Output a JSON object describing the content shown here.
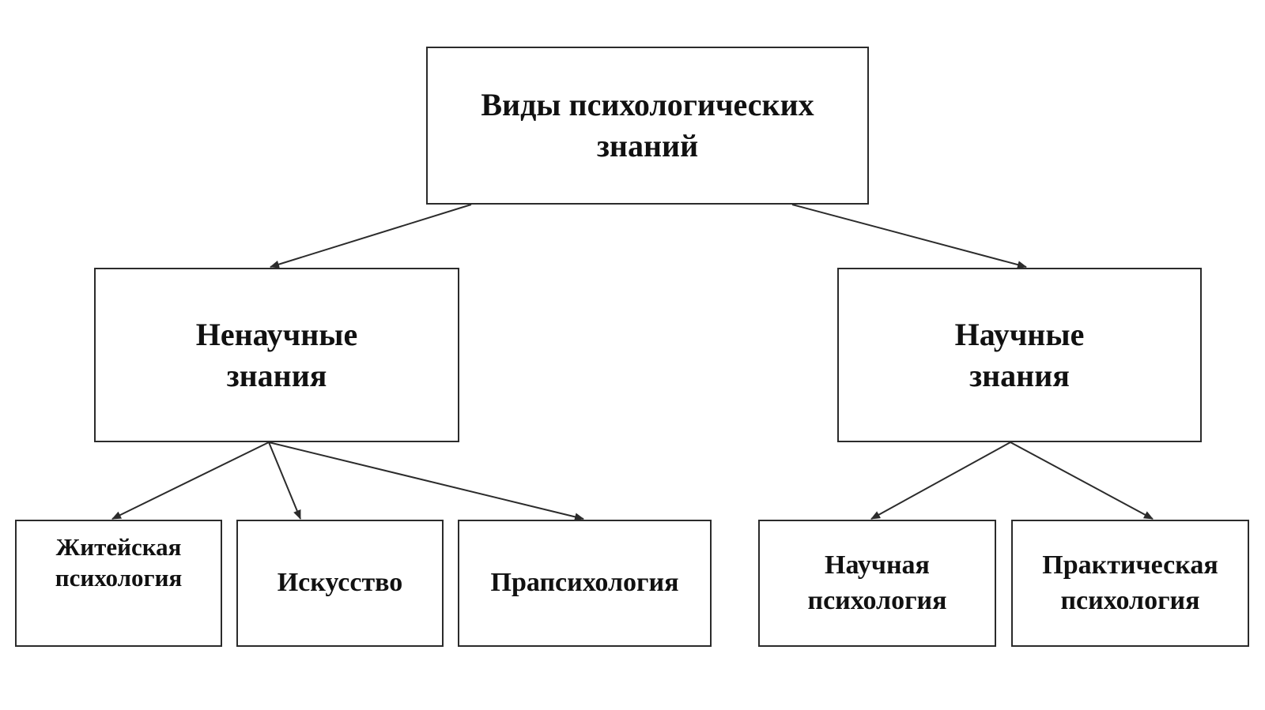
{
  "diagram": {
    "root": {
      "line1": "Виды психологических",
      "line2": "знаний"
    },
    "unscientific": {
      "line1": "Ненаучные",
      "line2": "знания"
    },
    "scientific": {
      "line1": "Научные",
      "line2": "знания"
    },
    "leaves": {
      "everyday": {
        "line1": "Житейская",
        "line2": "психология"
      },
      "art": {
        "line1": "Искусство"
      },
      "parapsychology": {
        "line1": "Прапсихология"
      },
      "scientific_psychology": {
        "line1": "Научная",
        "line2": "психология"
      },
      "practical_psychology": {
        "line1": "Практическая",
        "line2": "психология"
      }
    },
    "colors": {
      "stroke": "#2b2b2b",
      "text": "#111111",
      "background": "#ffffff"
    }
  }
}
